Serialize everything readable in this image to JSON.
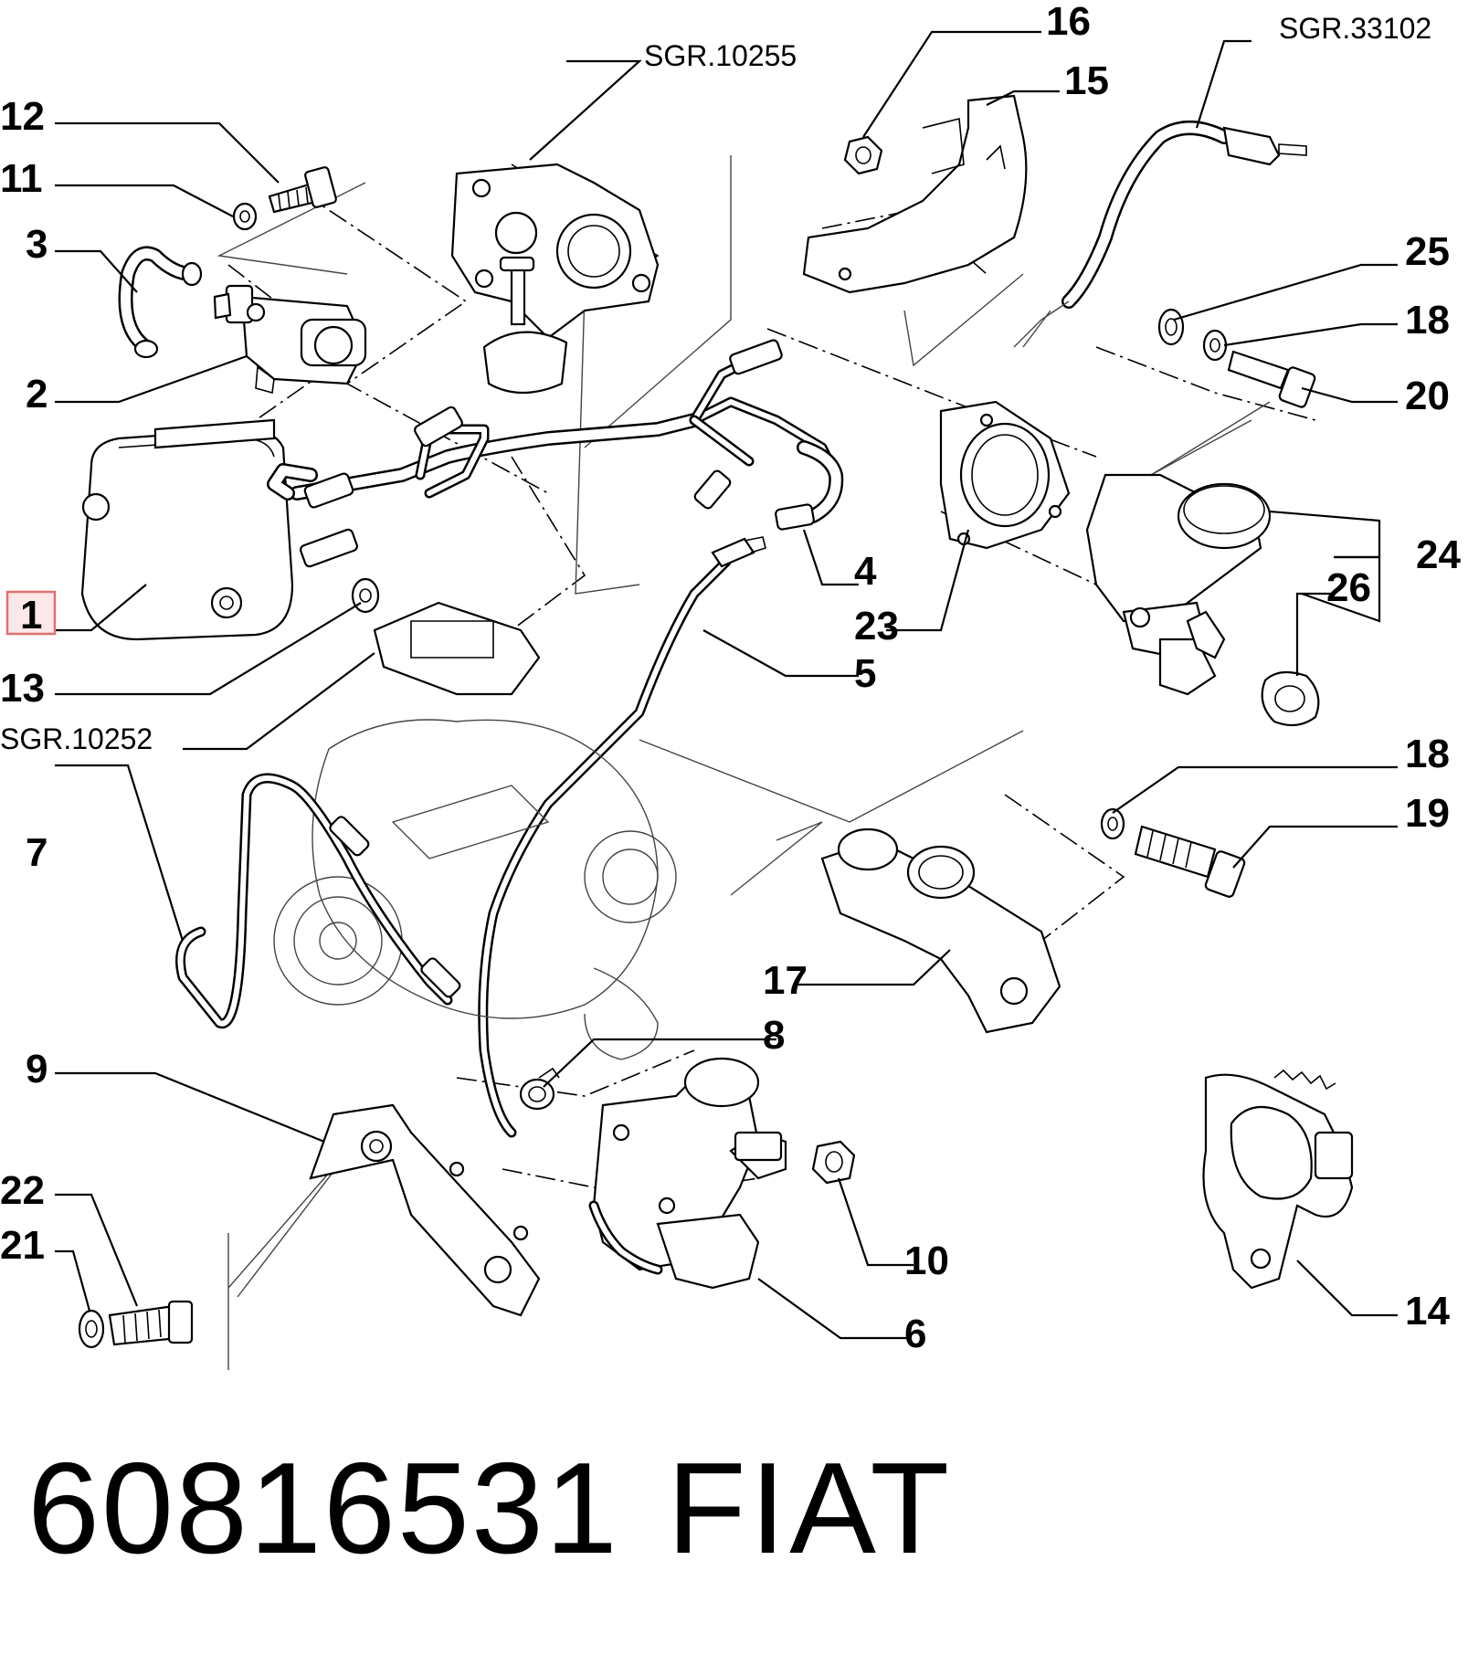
{
  "diagram": {
    "callouts": {
      "c1": "1",
      "c2": "2",
      "c3": "3",
      "c4": "4",
      "c5": "5",
      "c6": "6",
      "c7": "7",
      "c8": "8",
      "c9": "9",
      "c10": "10",
      "c11": "11",
      "c12": "12",
      "c13": "13",
      "c14": "14",
      "c15": "15",
      "c16": "16",
      "c17": "17",
      "c18a": "18",
      "c18b": "18",
      "c19": "19",
      "c20": "20",
      "c21": "21",
      "c22": "22",
      "c23": "23",
      "c24": "24",
      "c25": "25",
      "c26": "26"
    },
    "references": {
      "sgr_10255": "SGR.10255",
      "sgr_33102": "SGR.33102",
      "sgr_10252": "SGR.10252"
    },
    "highlighted_callout": "1"
  },
  "footer": {
    "part_number": "60816531",
    "brand": "FIAT"
  },
  "colors": {
    "line": "#000000",
    "highlight_fill": "#fce8e8",
    "highlight_stroke": "#e07070",
    "background": "#ffffff"
  }
}
